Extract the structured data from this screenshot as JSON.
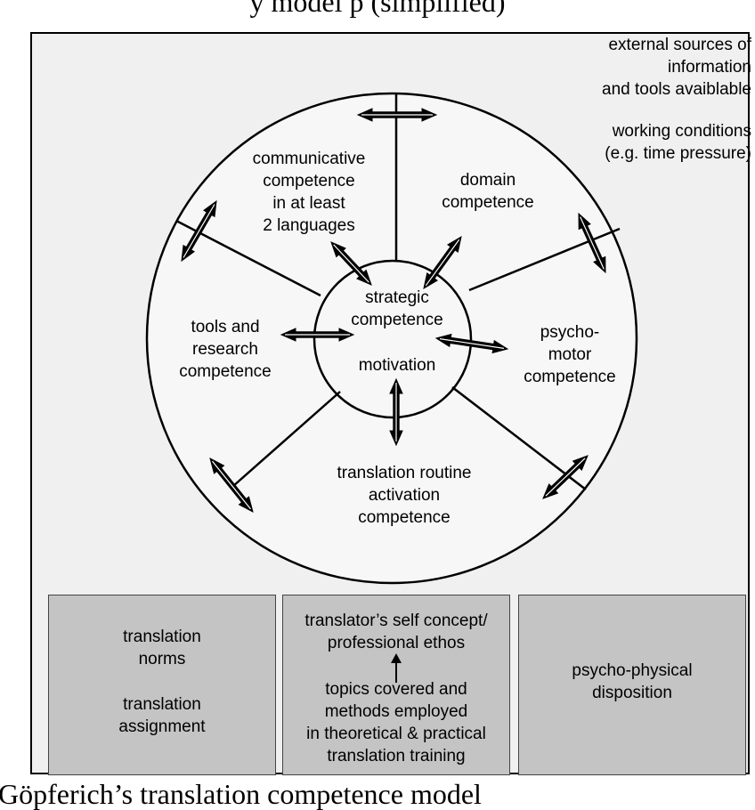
{
  "top_title": "y model p (simplified)",
  "external": {
    "line1": "external sources of",
    "line2": "information",
    "line3": "and tools avaiblable",
    "line4": "working conditions",
    "line5": "(e.g. time pressure)"
  },
  "segments": {
    "communicative": [
      "communicative",
      "competence",
      "in at least",
      "2 languages"
    ],
    "domain": [
      "domain",
      "competence"
    ],
    "psychomotor": [
      "psycho-",
      "motor",
      "competence"
    ],
    "routine": [
      "translation routine",
      "activation",
      "competence"
    ],
    "tools": [
      "tools and",
      "research",
      "competence"
    ]
  },
  "center": {
    "line1": "strategic",
    "line2": "competence",
    "line3": "motivation"
  },
  "boxes": {
    "norms": {
      "line1": "translation",
      "line2": "norms",
      "line3": "translation",
      "line4": "assignment"
    },
    "self_concept": {
      "line1": "translator’s self concept/",
      "line2": "professional ethos",
      "line3": "topics covered and",
      "line4": "methods employed",
      "line5": "in theoretical & practical",
      "line6": "translation training"
    },
    "disposition": {
      "line1": "psycho-physical",
      "line2": "disposition"
    }
  },
  "caption": "Göpferich’s translation competence model",
  "colors": {
    "frame_fill": "#f0f0f0",
    "circle_fill": "#f7f7f7",
    "box_fill": "#c4c4c4",
    "ink": "#000000"
  }
}
